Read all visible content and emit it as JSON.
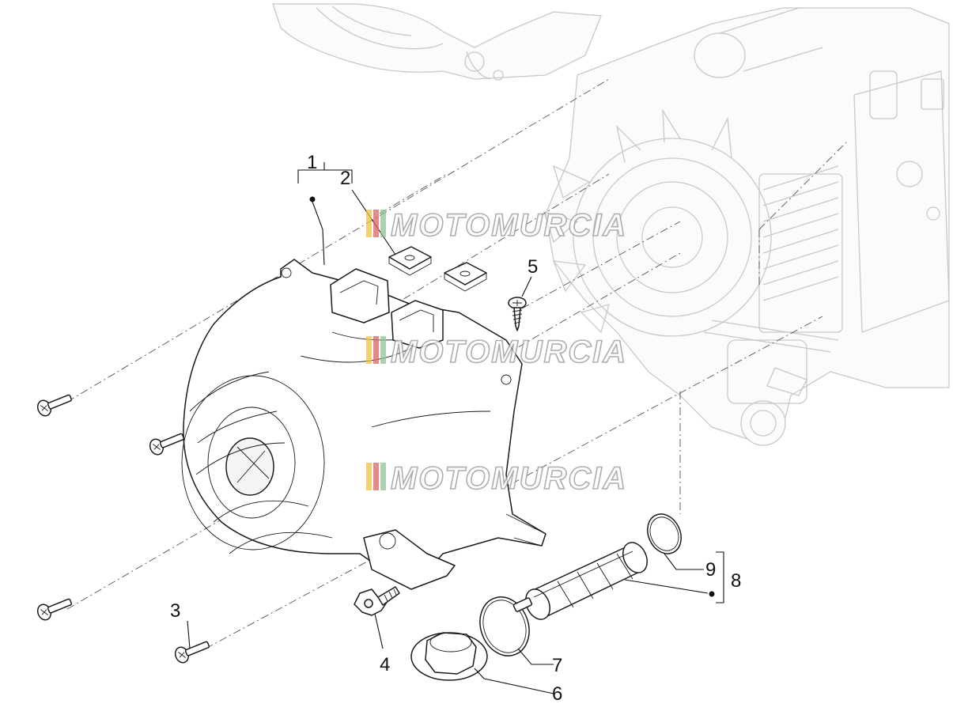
{
  "watermark": {
    "text": "MOTOMURCIA"
  },
  "callouts": [
    {
      "id": "1",
      "label": "1"
    },
    {
      "id": "2",
      "label": "2"
    },
    {
      "id": "3",
      "label": "3"
    },
    {
      "id": "4",
      "label": "4"
    },
    {
      "id": "5",
      "label": "5"
    },
    {
      "id": "6",
      "label": "6"
    },
    {
      "id": "7",
      "label": "7"
    },
    {
      "id": "8",
      "label": "8"
    },
    {
      "id": "9",
      "label": "9"
    }
  ]
}
